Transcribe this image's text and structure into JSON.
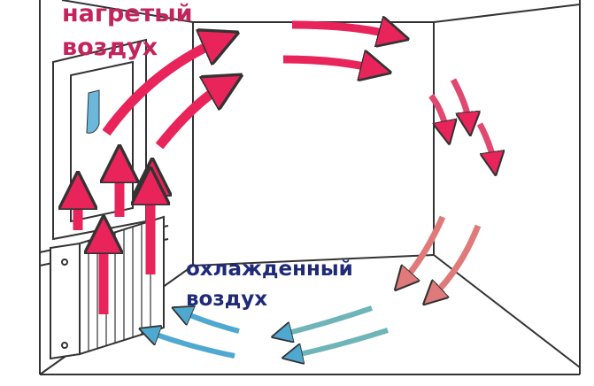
{
  "labels": {
    "warm_air_line1": "нагретый",
    "warm_air_line2": "воздух",
    "cool_air_line1": "охлажденный",
    "cool_air_line2": "воздух"
  },
  "colors": {
    "warm": "#e8245a",
    "warm_text": "#c2245c",
    "cooling": "#e07a7a",
    "cool": "#4fa8d0",
    "cool_text": "#1f2a78",
    "line": "#333333"
  }
}
